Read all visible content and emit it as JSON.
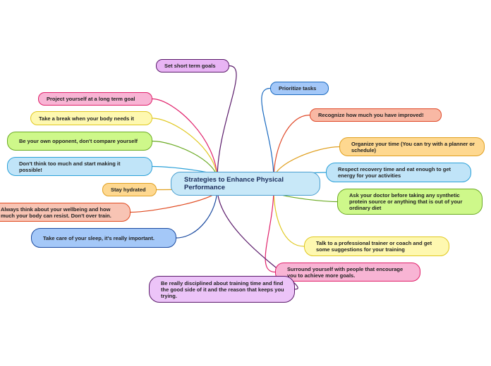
{
  "central": {
    "label": "Strategies to Enhance Physical Performance"
  },
  "branches": [
    {
      "id": "set-short-term-goals",
      "label": "Set short term goals",
      "fill": "#e8b4f4",
      "stroke": "#5a1a6a"
    },
    {
      "id": "project-long-term-goal",
      "label": "Project yourself at a long term goal",
      "fill": "#f8b4d4",
      "stroke": "#e0206a"
    },
    {
      "id": "take-a-break",
      "label": "Take a break when your body needs it",
      "fill": "#fef8b0",
      "stroke": "#e0c820"
    },
    {
      "id": "be-your-own-opponent",
      "label": "Be your own opponent, don't compare yourself",
      "fill": "#cef88a",
      "stroke": "#6aaa22"
    },
    {
      "id": "dont-think-too-much",
      "label": "Don't think too much and start making it possible!",
      "fill": "#c0e4f8",
      "stroke": "#2aa0d8"
    },
    {
      "id": "stay-hydrated",
      "label": "Stay hydrated",
      "fill": "#fed890",
      "stroke": "#e0a020"
    },
    {
      "id": "always-think-wellbeing",
      "label": "Always think about your wellbeing and how much your body can resist. Don't over train.",
      "fill": "#f8c4b4",
      "stroke": "#e04a20"
    },
    {
      "id": "take-care-sleep",
      "label": "Take care of your sleep, it's really important.",
      "fill": "#a4c8f8",
      "stroke": "#1a4aa0"
    },
    {
      "id": "prioritize-tasks",
      "label": "Prioritize tasks",
      "fill": "#a4c8f8",
      "stroke": "#1a6ac0"
    },
    {
      "id": "recognize-improvement",
      "label": "Recognize how much you have improved!",
      "fill": "#f8b8a4",
      "stroke": "#e04a2a"
    },
    {
      "id": "organize-your-time",
      "label": "Organize your time (You can try with a planner or schedule)",
      "fill": "#fed890",
      "stroke": "#e0a020"
    },
    {
      "id": "respect-recovery",
      "label": "Respect recovery time and eat enough to get energy for your activities",
      "fill": "#c0e4f8",
      "stroke": "#2aa0d8"
    },
    {
      "id": "ask-your-doctor",
      "label": "Ask your doctor before taking any synthetic protein source or anything that is out of your ordinary diet",
      "fill": "#cef88a",
      "stroke": "#6aaa22"
    },
    {
      "id": "talk-to-trainer",
      "label": "Talk to a professional trainer or coach and get some suggestions for your training",
      "fill": "#fef8b0",
      "stroke": "#e0c820"
    },
    {
      "id": "surround-yourself",
      "label": "Surround yourself with people that encourage you to achieve more goals.",
      "fill": "#f8b4d4",
      "stroke": "#e0206a"
    },
    {
      "id": "be-disciplined",
      "label": "Be really disciplined about training time and find the good side of it and the reason that keeps you trying.",
      "fill": "#ecc4f8",
      "stroke": "#5a1a6a"
    }
  ]
}
